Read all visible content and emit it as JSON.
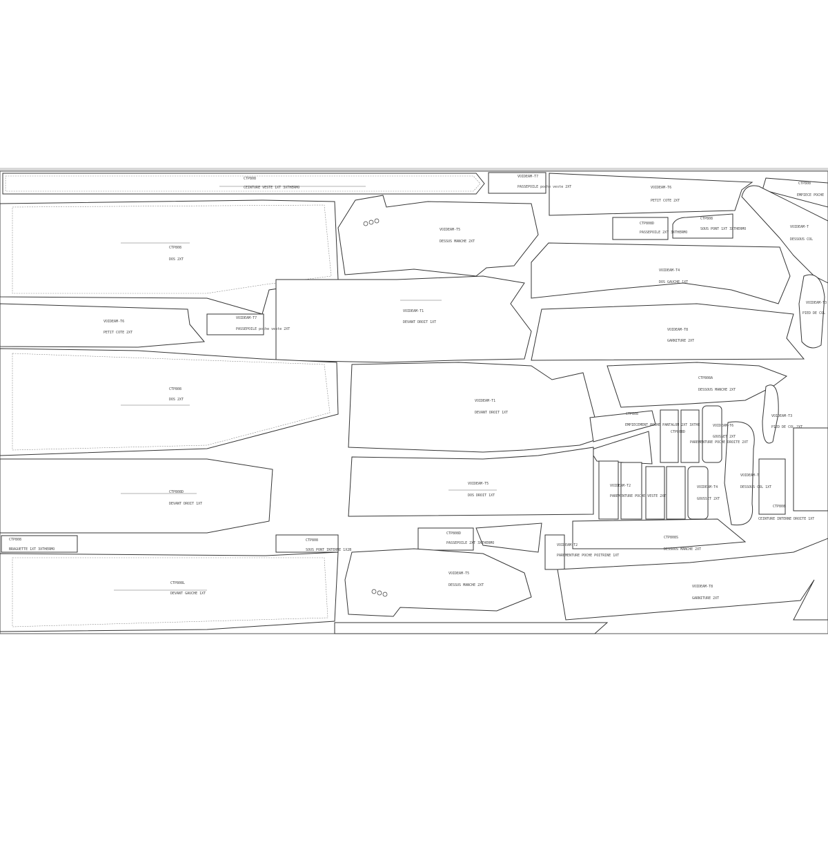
{
  "marker": {
    "pieces": [
      {
        "code": "CTP808",
        "name": "CEINTURE VESTE 1XT 3XTHERMO"
      },
      {
        "code": "VOIDEAM-T7",
        "name": "PASSEPOILE poche veste 2XT"
      },
      {
        "code": "VOIDEAM-T6",
        "name": "PETIT COTE 2XT"
      },
      {
        "code": "CTP808",
        "name": "EMPIECE POCHE"
      },
      {
        "code": "CTP808",
        "name": "DOS 2XT"
      },
      {
        "code": "VOIDEAM-T5",
        "name": "DESSUS MANCHE 2XT"
      },
      {
        "code": "CTP808D",
        "name": "PASSEPOILE 2XT 3XTHERMO"
      },
      {
        "code": "CTP808",
        "name": "SOUS PONT 1XT 3XTHERMO"
      },
      {
        "code": "VOIDEAM-T",
        "name": "DESSOUS COL"
      },
      {
        "code": "VOIDEAM-T4",
        "name": "DOS GAUCHE 1XT"
      },
      {
        "code": "VOIDEAM-T6",
        "name": "PETIT COTE 2XT"
      },
      {
        "code": "VOIDEAM-T7",
        "name": "PASSEPOILE poche veste 2XT"
      },
      {
        "code": "VOIDEAM-T1",
        "name": "DEVANT DROIT 1XT"
      },
      {
        "code": "VOIDEAM-T3",
        "name": "PIED DE COL"
      },
      {
        "code": "VOIDEAM-T8",
        "name": "GARNITURE 2XT"
      },
      {
        "code": "CTP808",
        "name": "DOS 2XT"
      },
      {
        "code": "CTP808A",
        "name": "DESSOUS MANCHE 2XT"
      },
      {
        "code": "VOIDEAM-T1",
        "name": "DEVANT DROIT 1XT"
      },
      {
        "code": "CTP808",
        "name": "EMPIECEMENT POCHE PANTALON 2XT 3XTHE"
      },
      {
        "code": "CTP808D",
        "name": "PAREMENTURE POCHE DROITE 2XT"
      },
      {
        "code": "VOIDEAM-T6",
        "name": "GOUSSET 2XT"
      },
      {
        "code": "VOIDEAM-T3",
        "name": "PIED DE COL 2XT"
      },
      {
        "code": "CTP808D",
        "name": "DEVANT DROIT 1XT"
      },
      {
        "code": "VOIDEAM-T5",
        "name": "DOS DROIT 1XT"
      },
      {
        "code": "VOIDEAM-T2",
        "name": "PAREMENTURE POCHE VESTE 2XT"
      },
      {
        "code": "VOIDEAM-T4",
        "name": "GOUSSET 2XT"
      },
      {
        "code": "VOIDEAM-T",
        "name": "DESSOUS COL 1XT"
      },
      {
        "code": "CTP808",
        "name": "CEINTURE INTERNE DROITE 1XT"
      },
      {
        "code": "CTP808",
        "name": "BRAGUETTE 1XT 3XTHERMO"
      },
      {
        "code": "CTP808",
        "name": "SOUS PONT INTERNE 1X2B"
      },
      {
        "code": "CTP808D",
        "name": "PASSEPOILE 2XT 3XTHERMO"
      },
      {
        "code": "VOIDEAM-T2",
        "name": "PAREMENTURE POCHE POITRINE 1XT"
      },
      {
        "code": "CTP808S",
        "name": "DESSOUS MANCHE 2XT"
      },
      {
        "code": "CTP808L",
        "name": "DEVANT GAUCHE 1XT"
      },
      {
        "code": "VOIDEAM-T5",
        "name": "DESSUS MANCHE 2XT"
      },
      {
        "code": "VOIDEAM-T8",
        "name": "GARNITURE 2XT"
      }
    ]
  }
}
